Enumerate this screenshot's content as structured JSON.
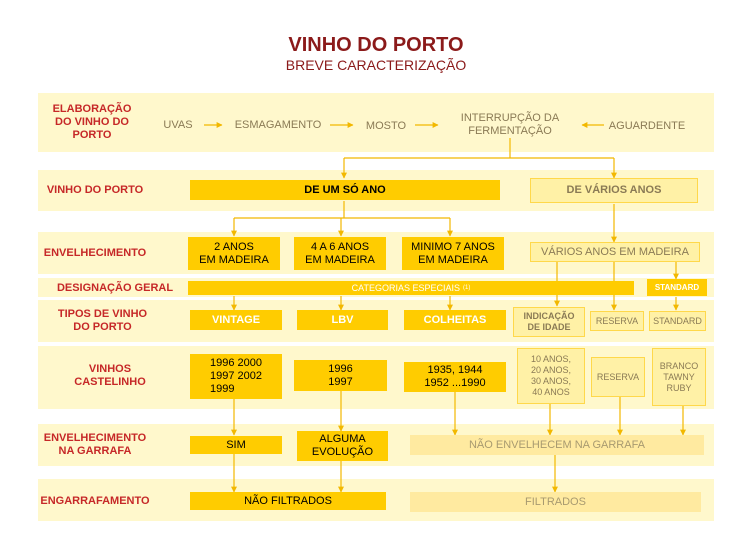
{
  "header": {
    "title": "VINHO DO PORTO",
    "subtitle": "BREVE CARACTERIZAÇÃO"
  },
  "rows": {
    "elaboracao": "ELABORAÇÃO\nDO VINHO DO\nPORTO",
    "vinho": "VINHO DO PORTO",
    "envelhecimento": "ENVELHECIMENTO",
    "designacao": "DESIGNAÇÃO GERAL",
    "tipos": "TIPOS DE VINHO\nDO PORTO",
    "castelinho": "VINHOS\nCASTELINHO",
    "garrafa": "ENVELHECIMENTO\nNA GARRAFA",
    "engarrafamento": "ENGARRAFAMENTO"
  },
  "process": {
    "uvas": "UVAS",
    "esmagamento": "ESMAGAMENTO",
    "mosto": "MOSTO",
    "interrupcao": "INTERRUPÇÃO DA\nFERMENTAÇÃO",
    "aguardente": "AGUARDENTE"
  },
  "vinho": {
    "um_ano": "DE UM SÓ ANO",
    "varios_anos": "DE VÁRIOS ANOS"
  },
  "envelhecimento": {
    "dois_anos": "2 ANOS\nEM MADEIRA",
    "quatro_seis": "4 A 6 ANOS\nEM MADEIRA",
    "minimo_sete": "MINIMO 7 ANOS\nEM MADEIRA",
    "varios_madeira": "VÁRIOS ANOS EM MADEIRA"
  },
  "designacao": {
    "especiais": "CATEGORIAS ESPECIAIS",
    "especiais_note": "(1)",
    "standard": "STANDARD"
  },
  "tipos": {
    "vintage": "VINTAGE",
    "lbv": "LBV",
    "colheitas": "COLHEITAS",
    "indicacao": "INDICAÇÃO\nDE IDADE",
    "reserva": "RESERVA",
    "standard": "STANDARD"
  },
  "castelinho": {
    "vintage": "1996  2000\n1997  2002\n1999",
    "lbv": "1996\n1997",
    "colheitas": "1935, 1944\n1952 ...1990",
    "idade": "10 ANOS,\n20 ANOS,\n30 ANOS,\n40 ANOS",
    "reserva": "RESERVA",
    "standard": "BRANCO\nTAWNY\nRUBY"
  },
  "garrafa": {
    "sim": "SIM",
    "alguma": "ALGUMA\nEVOLUÇÃO",
    "nao": "NÃO ENVELHECEM NA GARRAFA"
  },
  "engarrafamento": {
    "nao_filtrados": "NÃO FILTRADOS",
    "filtrados": "FILTRADOS"
  }
}
